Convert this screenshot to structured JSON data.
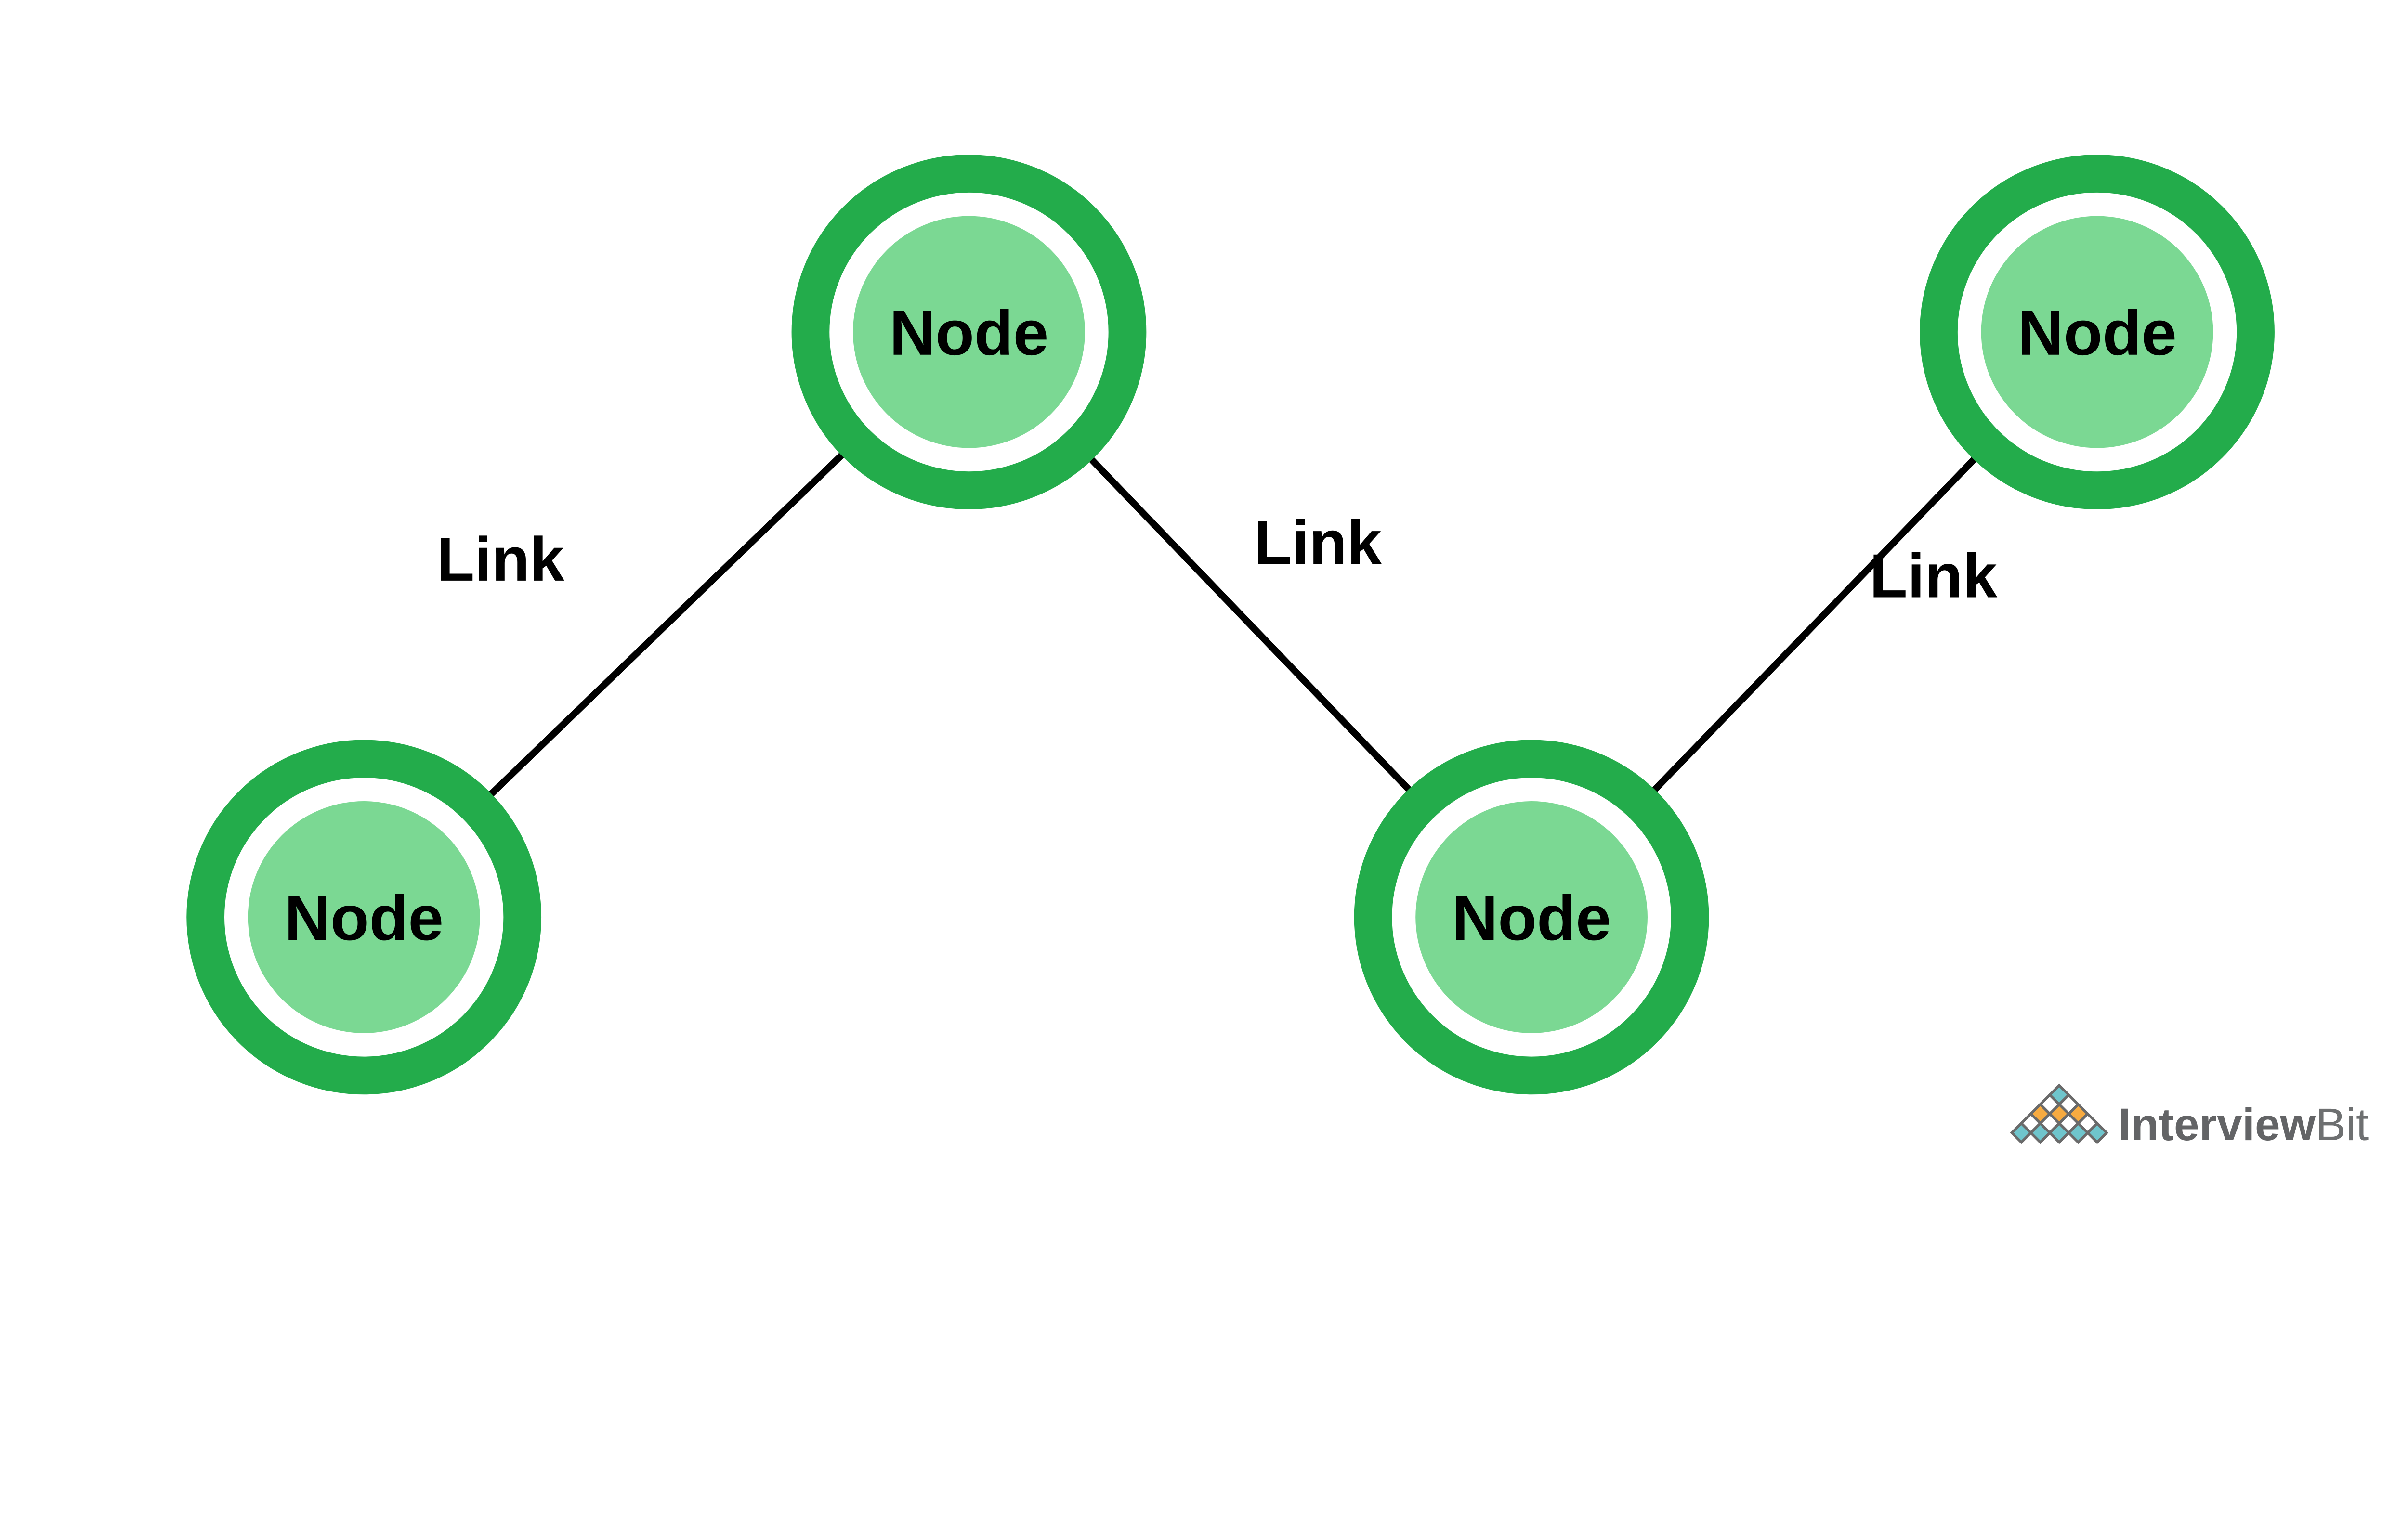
{
  "diagram": {
    "nodes": [
      {
        "label": "Node"
      },
      {
        "label": "Node"
      },
      {
        "label": "Node"
      },
      {
        "label": "Node"
      }
    ],
    "links": [
      {
        "label": "Link"
      },
      {
        "label": "Link"
      },
      {
        "label": "Link"
      }
    ],
    "colors": {
      "ring_green": "#23AC4B",
      "inner_green": "#7BD893",
      "node_label": "#000000",
      "link_line": "#000000",
      "link_label": "#000000"
    }
  },
  "logo": {
    "brand_bold": "Interview",
    "brand_light": "Bit",
    "colors": {
      "teal": "#6FC5CC",
      "orange": "#F7AB41",
      "white": "#FFFFFF",
      "outline": "#6A6A6A",
      "text": "#636466",
      "text_light": "#6E7071"
    }
  }
}
